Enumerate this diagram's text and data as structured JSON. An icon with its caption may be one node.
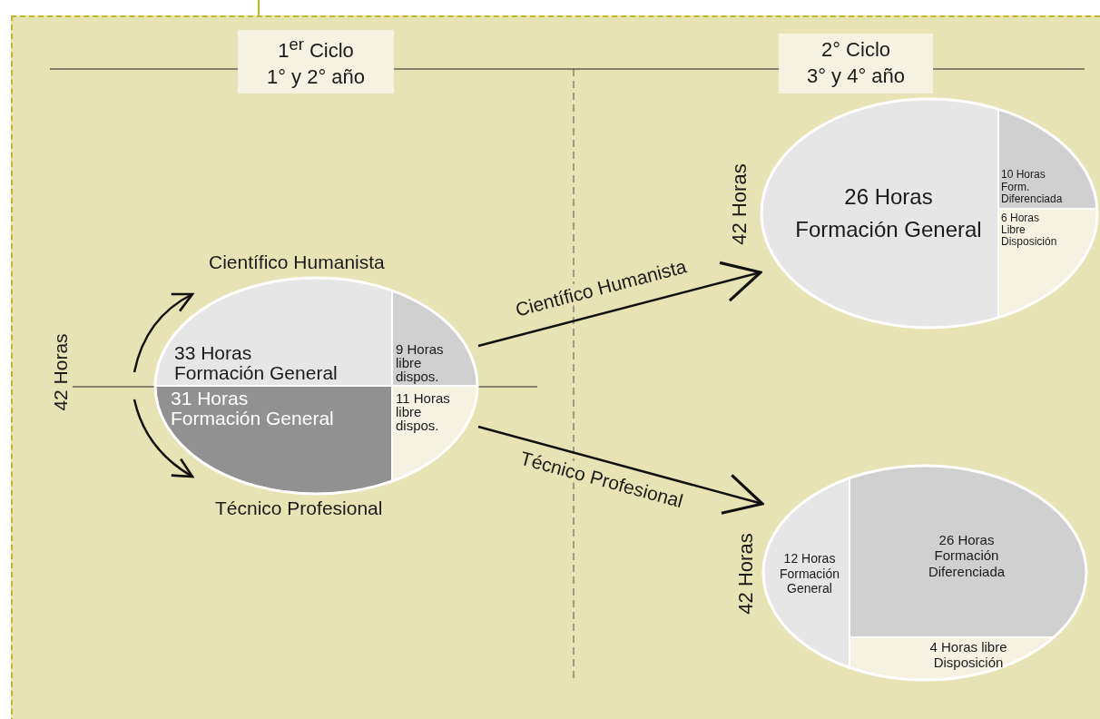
{
  "diagram": {
    "nodes": [
      {
        "text": [
          "1$^{er}$ Ciclo",
          "1° y 2° año"
        ]
      },
      {
        "text": [
          "2° Ciclo",
          "3° y 4° año"
        ]
      },
      {
        "text": [],
        "shape": "ellipse",
        "beside": [
          "42 Horas"
        ]
      },
      {
        "text": [
          "26 Horas Formación General"
        ],
        "in": 2
      },
      {
        "text": [
          "10 Horas Form. Diferenciada"
        ],
        "in": 2
      },
      {
        "text": [
          "6 Horas Libre Disposición"
        ],
        "in": 2
      },
      {
        "text": [],
        "shape": "ellipse"
      },
      {
        "text": [
          "33 Horas Formación General"
        ],
        "in": 6
      },
      {
        "text": [
          "9 Horas libre dispos."
        ],
        "in": 6
      },
      {
        "text": [
          "31 Horas Formación General"
        ],
        "in": 6
      },
      {
        "text": [
          "11 Horas libre dispos."
        ],
        "in": 6
      },
      {
        "text": [],
        "shape": "ellipse",
        "beside": [
          "42 Horas"
        ]
      },
      {
        "text": [
          "12 Horas Formación General"
        ],
        "in": 11
      },
      {
        "text": [
          "26 Horas Formación Diferenciada"
        ],
        "in": 11
      },
      {
        "text": [
          "4 Horas libre Disposición"
        ],
        "in": 11
      }
    ],
    "edges": [
      {
        "from": 6,
        "to": 2,
        "arrow": "to",
        "label": "Científico Humanista"
      },
      {
        "from": 6,
        "to": 11,
        "arrow": "to",
        "label": "Técnico Profesional"
      }
    ],
    "labels": [
      "Científico Humanista",
      "42 Horas",
      "Técnico Profesional"
    ]
  }
}
